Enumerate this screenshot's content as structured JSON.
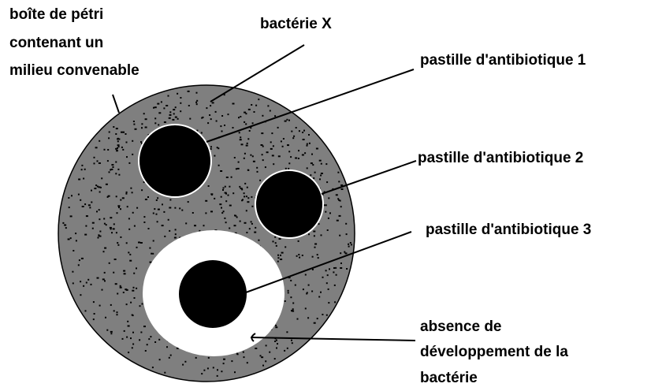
{
  "labels": {
    "petri_line1": "boîte de pétri",
    "petri_line2": "contenant un",
    "petri_line3": "milieu convenable",
    "bacteria": "bactérie X",
    "antibiotic1": "pastille d'antibiotique 1",
    "antibiotic2": "pastille d'antibiotique 2",
    "antibiotic3": "pastille d'antibiotique 3",
    "absence_line1": "absence de",
    "absence_line2": "développement de la",
    "absence_line3": "bactérie"
  },
  "colors": {
    "medium": "#7f7f7f",
    "pellet": "#000000",
    "clear_zone": "#ffffff",
    "speckle": "#000000"
  }
}
